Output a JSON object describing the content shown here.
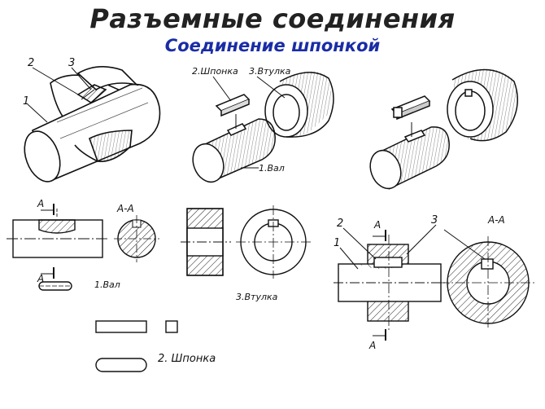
{
  "title": "Разъемные   соединения",
  "subtitle": "Соединение шпонкой",
  "labels": {
    "n1": "1",
    "n2": "2",
    "n3": "3",
    "shponka_top": "2.Шпонка",
    "vtulka_top": "3.Втулка",
    "val_3d": "1.Вал",
    "A": "A",
    "AA": "A-A",
    "val_2d": "1.Вал",
    "vtulka_2d": "3.Втулка",
    "shponka_2d": "2. Шпонка"
  }
}
